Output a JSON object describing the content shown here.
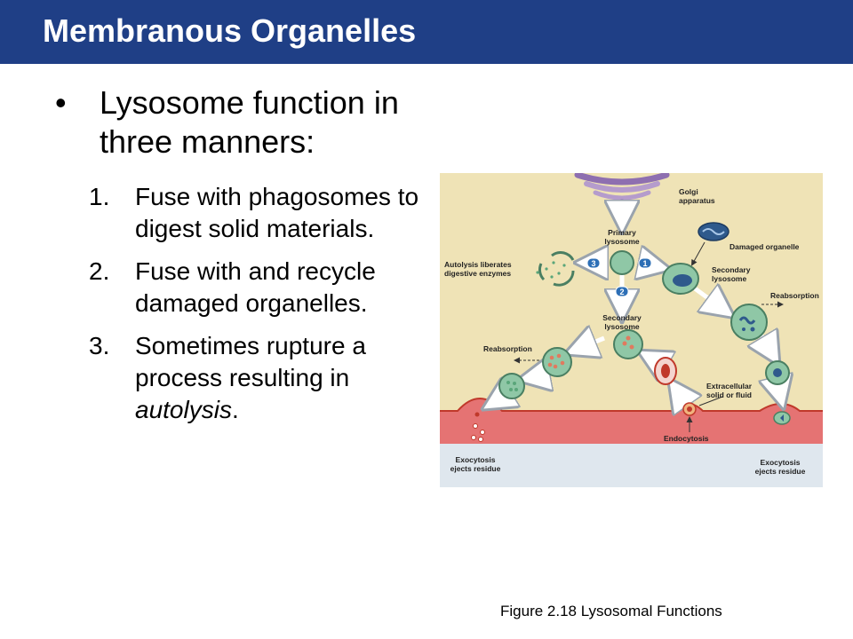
{
  "slide": {
    "title": "Membranous Organelles",
    "bullet_symbol": "•",
    "heading": "Lysosome function in three manners:",
    "items": [
      {
        "number": "1.",
        "text": "Fuse with phagosomes to digest solid materials.",
        "emphasis": ""
      },
      {
        "number": "2.",
        "text": "Fuse with and recycle damaged organelles.",
        "emphasis": ""
      },
      {
        "number": "3.",
        "text": "Sometimes rupture a process resulting in ",
        "emphasis": "autolysis",
        "suffix": "."
      }
    ],
    "caption": "Figure 2.18  Lysosomal Functions"
  },
  "figure": {
    "labels": {
      "golgi_line1": "Golgi",
      "golgi_line2": "apparatus",
      "primary_line1": "Primary",
      "primary_line2": "lysosome",
      "damaged": "Damaged organelle",
      "autolysis_line1": "Autolysis liberates",
      "autolysis_line2": "digestive enzymes",
      "secondary_right_line1": "Secondary",
      "secondary_right_line2": "lysosome",
      "reabsorption_right": "Reabsorption",
      "secondary_center_line1": "Secondary",
      "secondary_center_line2": "lysosome",
      "reabsorption_left": "Reabsorption",
      "extracellular_line1": "Extracellular",
      "extracellular_line2": "solid or fluid",
      "endocytosis": "Endocytosis",
      "exocytosis_left_line1": "Exocytosis",
      "exocytosis_left_line2": "ejects residue",
      "exocytosis_right_line1": "Exocytosis",
      "exocytosis_right_line2": "ejects residue",
      "step1": "1",
      "step2": "2",
      "step3": "3"
    },
    "colors": {
      "background": "#efe3b6",
      "membrane": "#e57373",
      "extracellular": "#dfe7ee",
      "golgi": "#b59ccc",
      "lysosome": "#8fc7a6",
      "step_badge": "#2d6fb6"
    }
  }
}
